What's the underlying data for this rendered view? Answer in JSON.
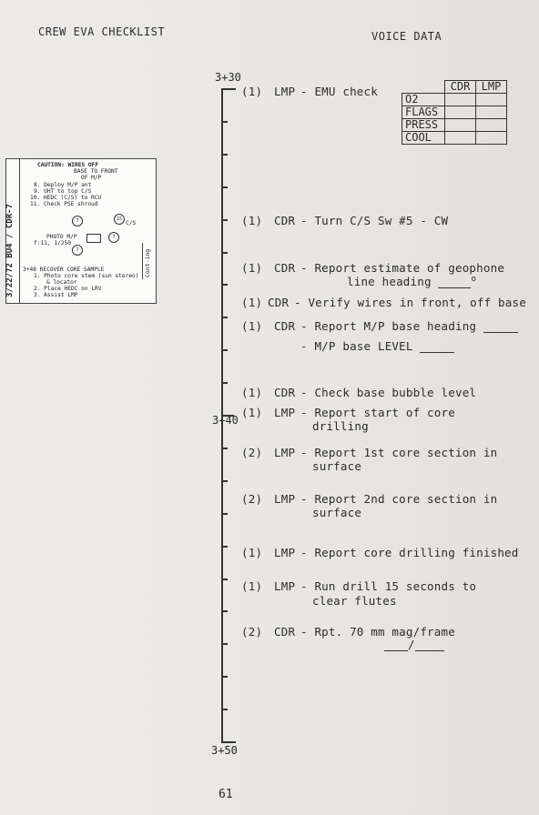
{
  "header": {
    "left": "CREW EVA CHECKLIST",
    "right": "VOICE DATA"
  },
  "times": [
    "3+30",
    "3+40",
    "3+50"
  ],
  "status_table": {
    "cols": [
      "CDR",
      "LMP"
    ],
    "rows": [
      "O2",
      "FLAGS",
      "PRESS",
      "COOL"
    ]
  },
  "entries": [
    {
      "num": "(1)",
      "who": "LMP",
      "text": "- EMU check"
    },
    {
      "num": "(1)",
      "who": "CDR",
      "text": "- Turn C/S Sw #5 - CW"
    },
    {
      "num": "(1)",
      "who": "CDR",
      "text": "- Report estimate of geophone",
      "line2": "line heading",
      "deg": "o"
    },
    {
      "num": "(1)",
      "who": "CDR",
      "text": "- Verify wires in front, off base"
    },
    {
      "num": "(1)",
      "who": "CDR",
      "text": "- Report M/P base heading",
      "line2": "- M/P base LEVEL"
    },
    {
      "num": "(1)",
      "who": "CDR",
      "text": "- Check base bubble level"
    },
    {
      "num": "(1)",
      "who": "LMP",
      "text": "- Report start of core",
      "line2": "drilling"
    },
    {
      "num": "(2)",
      "who": "LMP",
      "text": "- Report 1st core section in",
      "line2": "surface"
    },
    {
      "num": "(2)",
      "who": "LMP",
      "text": "- Report 2nd core section in",
      "line2": "surface"
    },
    {
      "num": "(1)",
      "who": "LMP",
      "text": "- Report core drilling finished"
    },
    {
      "num": "(1)",
      "who": "LMP",
      "text": "- Run drill 15  seconds to",
      "line2": "clear flutes"
    },
    {
      "num": "(2)",
      "who": "CDR",
      "text": "- Rpt. 70 mm mag/frame",
      "line2": "/"
    }
  ],
  "card": {
    "side_text": "3/22/72 BU4 / CDR-7",
    "right_text": "Cont-ing",
    "lines": [
      "CAUTION: WIRES OFF",
      "BASE TO FRONT",
      "OF M/P",
      "8. Deploy M/P ant",
      "9. UHT to top C/S",
      "10. HEDC (C/S) to RCU",
      "11. Check PSE shroud",
      "PHOTO M/P",
      "f:11, 1/250",
      "3+48 RECOVER CORE SAMPLE",
      "1. Photo core stem (sun stereo)",
      "& locator",
      "2. Place HEDC on LRV",
      "3. Assist LMP"
    ],
    "c1": "7",
    "c2": "15",
    "c2b": "C/S",
    "c3": "7",
    "c4": "7"
  },
  "page_number": "61"
}
